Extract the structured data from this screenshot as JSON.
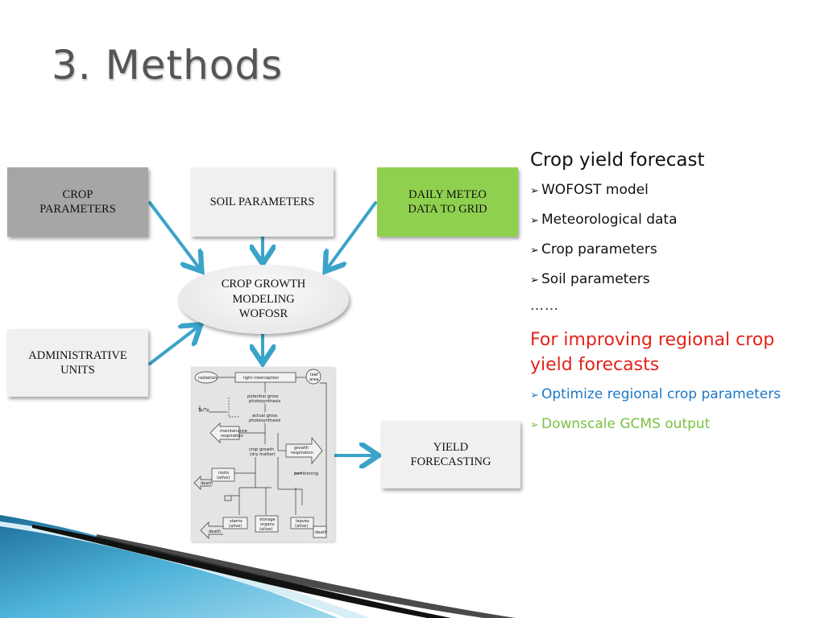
{
  "slide": {
    "title": "3. Methods"
  },
  "diagram": {
    "crop_parameters": [
      "CROP",
      "PARAMETERS"
    ],
    "soil_parameters": "SOIL PARAMETERS",
    "daily_meteo": [
      "DAILY METEO",
      "DATA TO GRID"
    ],
    "administrative_units": [
      "ADMINISTRATIVE",
      "UNITS"
    ],
    "crop_growth": [
      "CROP GROWTH",
      "MODELING",
      "WOFOSR"
    ],
    "yield_forecasting": [
      "YIELD",
      "FORECASTING"
    ],
    "flowchart": {
      "radiation": "radiation",
      "light_interception": "light interception",
      "leaf_area": [
        "leaf",
        "area"
      ],
      "ta_tp": "Ta/Tp",
      "potential_gross": [
        "potential gross",
        "photosynthesis"
      ],
      "actual_gross": [
        "actual gross",
        "photosynthesis"
      ],
      "maintenance": [
        "maintenance",
        "respiration"
      ],
      "crop_growth": [
        "crop growth",
        "(dry matter)"
      ],
      "growth_respiration": [
        "growth",
        "respiration"
      ],
      "partitioning": "partitioning",
      "roots": [
        "roots",
        "(alive)"
      ],
      "death": "death",
      "stems": [
        "stems",
        "(alive)"
      ],
      "storage": [
        "storage",
        "organs",
        "(alive)"
      ],
      "leaves": [
        "leaves",
        "(alive)"
      ]
    }
  },
  "panel": {
    "heading": "Crop yield forecast",
    "bullet_marker": "➢",
    "bullets": [
      "WOFOST model",
      "Meteorological data",
      "Crop parameters",
      "Soil parameters"
    ],
    "ellipsis": "……",
    "improving": "For improving regional crop yield forecasts",
    "blue_item": "Optimize regional crop parameters",
    "green_item": "Downscale GCMS output"
  },
  "colors": {
    "title": "#555555",
    "crop_box": "#a6a6a6",
    "meteo_box": "#8fd14f",
    "light_box": "#f0f0f0",
    "arrow": "#3aa3c9",
    "red_text": "#e2231a",
    "blue_text": "#1f78c8",
    "green_text": "#7ac143"
  }
}
